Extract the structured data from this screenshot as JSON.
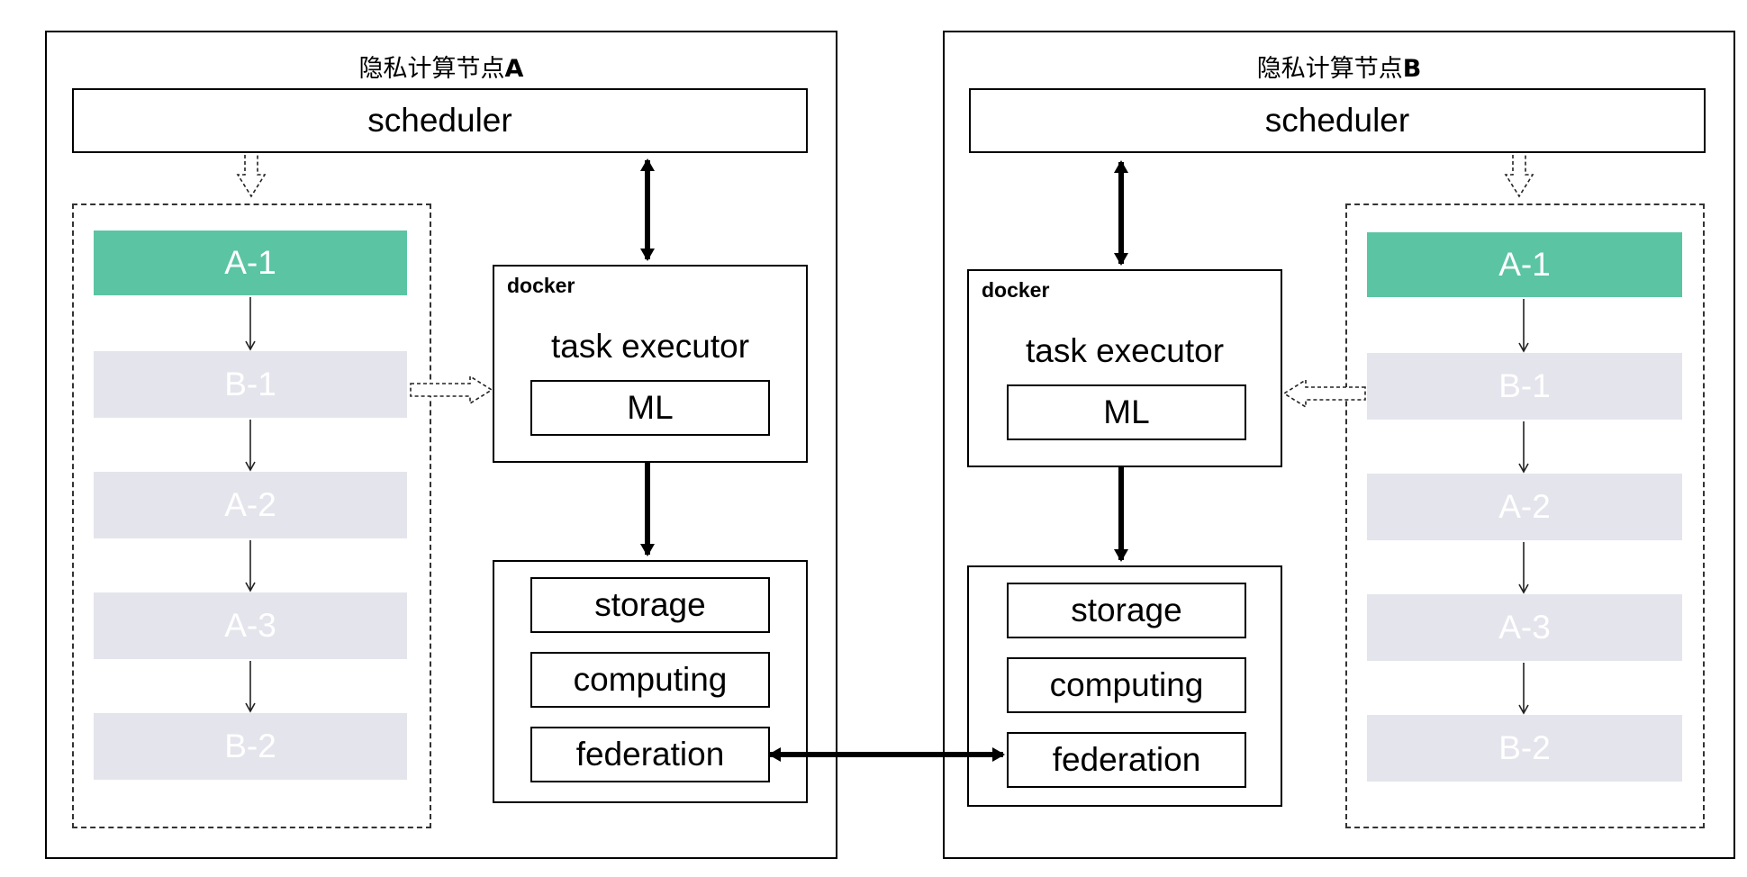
{
  "node_a": {
    "title_prefix": "隐私计算节点",
    "title_suffix": "A",
    "scheduler": "scheduler",
    "tasks": [
      {
        "label": "A-1",
        "state": "active"
      },
      {
        "label": "B-1",
        "state": "inactive"
      },
      {
        "label": "A-2",
        "state": "inactive"
      },
      {
        "label": "A-3",
        "state": "inactive"
      },
      {
        "label": "B-2",
        "state": "inactive"
      }
    ],
    "docker_label": "docker",
    "executor_label": "task executor",
    "ml_label": "ML",
    "services": [
      "storage",
      "computing",
      "federation"
    ]
  },
  "node_b": {
    "title_prefix": "隐私计算节点",
    "title_suffix": "B",
    "scheduler": "scheduler",
    "tasks": [
      {
        "label": "A-1",
        "state": "active"
      },
      {
        "label": "B-1",
        "state": "inactive"
      },
      {
        "label": "A-2",
        "state": "inactive"
      },
      {
        "label": "A-3",
        "state": "inactive"
      },
      {
        "label": "B-2",
        "state": "inactive"
      }
    ],
    "docker_label": "docker",
    "executor_label": "task executor",
    "ml_label": "ML",
    "services": [
      "storage",
      "computing",
      "federation"
    ]
  },
  "colors": {
    "active_task": "#5bc4a3",
    "inactive_task": "#e4e4ec",
    "task_text": "#ffffff",
    "border": "#000000"
  }
}
